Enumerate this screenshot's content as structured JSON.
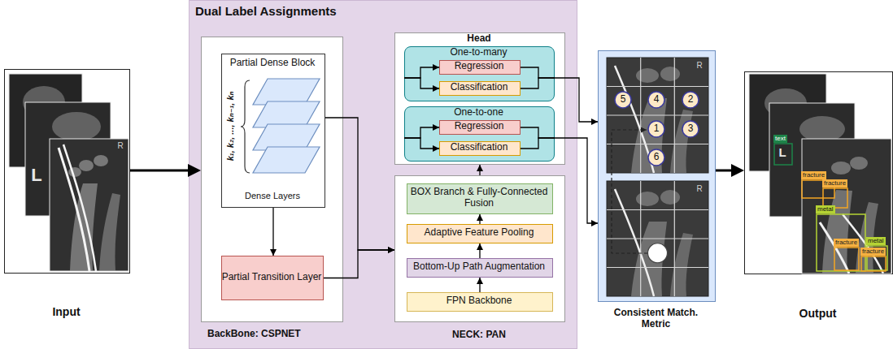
{
  "diagram": {
    "nodes": [
      {
        "text": [
          "Input"
        ]
      },
      {
        "text": [
          "Dual Label Assignments"
        ]
      },
      {
        "text": [
          "BackBone: CSPNET"
        ],
        "in": 1
      },
      {
        "text": [
          "Partial Dense Block",
          "Dense Layers"
        ],
        "in": 2
      },
      {
        "text": [
          "Partial Transition Layer"
        ],
        "in": 2
      },
      {
        "text": [
          "Head"
        ],
        "in": 1
      },
      {
        "text": [
          "One-to-many"
        ],
        "in": 5
      },
      {
        "text": [
          "Regression"
        ],
        "in": 6
      },
      {
        "text": [
          "Classification"
        ],
        "in": 6
      },
      {
        "text": [
          "One-to-one"
        ],
        "in": 5
      },
      {
        "text": [
          "Regression"
        ],
        "in": 9
      },
      {
        "text": [
          "Classification"
        ],
        "in": 9
      },
      {
        "text": [
          "NECK: PAN"
        ],
        "in": 1
      },
      {
        "text": [
          "BOX Branch & Fully-Connected Fusion"
        ],
        "in": 12
      },
      {
        "text": [
          "Adaptive Feature Pooling"
        ],
        "in": 12
      },
      {
        "text": [
          "Bottom-Up Path Augmentation"
        ],
        "in": 12
      },
      {
        "text": [
          "FPN Backbone"
        ],
        "in": 12
      },
      {
        "text": [
          "Consistent Match. Metric"
        ]
      },
      {
        "text": [
          "5"
        ],
        "in": 17
      },
      {
        "text": [
          "4"
        ],
        "in": 17
      },
      {
        "text": [
          "2"
        ],
        "in": 17
      },
      {
        "text": [
          "1"
        ],
        "in": 17
      },
      {
        "text": [
          "3"
        ],
        "in": 17
      },
      {
        "text": [
          "6"
        ],
        "in": 17
      },
      {
        "text": [
          "Output"
        ]
      }
    ],
    "edges": [
      {
        "from": 0,
        "to": 2,
        "arrow": "to"
      },
      {
        "from": 3,
        "to": 4,
        "arrow": "to"
      },
      {
        "from": 3,
        "to": 12,
        "arrow": "to"
      },
      {
        "from": 4,
        "to": 12,
        "arrow": "to"
      },
      {
        "from": 12,
        "to": 5,
        "arrow": "to"
      },
      {
        "from": 6,
        "to": 7,
        "arrow": "to"
      },
      {
        "from": 6,
        "to": 8,
        "arrow": "to"
      },
      {
        "from": 7,
        "to": 6,
        "arrow": "none"
      },
      {
        "from": 8,
        "to": 6,
        "arrow": "none"
      },
      {
        "from": 9,
        "to": 10,
        "arrow": "to"
      },
      {
        "from": 9,
        "to": 11,
        "arrow": "to"
      },
      {
        "from": 10,
        "to": 9,
        "arrow": "none"
      },
      {
        "from": 11,
        "to": 9,
        "arrow": "none"
      },
      {
        "from": 6,
        "to": 17,
        "arrow": "to"
      },
      {
        "from": 9,
        "to": 17,
        "arrow": "to"
      },
      {
        "from": 16,
        "to": 15,
        "arrow": "to"
      },
      {
        "from": 15,
        "to": 14,
        "arrow": "to"
      },
      {
        "from": 14,
        "to": 13,
        "arrow": "to"
      },
      {
        "from": 17,
        "to": 24,
        "arrow": "to"
      }
    ],
    "labels": [
      "k₁, k₂, ..., kₙ₋₁, kₙ",
      "L",
      "R",
      "R",
      "R",
      "text",
      "L",
      "fracture",
      "fracture",
      "metal",
      "fracture",
      "metal",
      "fracture"
    ]
  }
}
